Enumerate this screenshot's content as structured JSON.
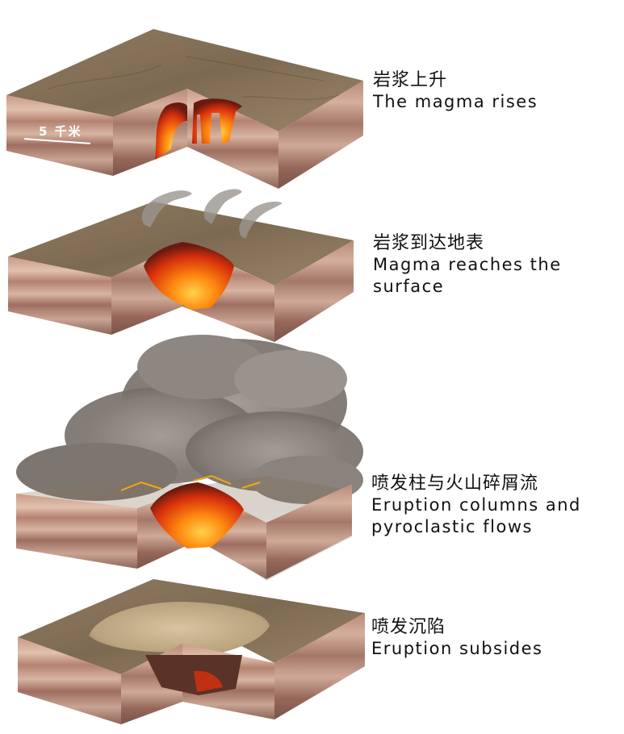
{
  "stages": [
    {
      "zh": "岩浆上升",
      "en": "The magma rises"
    },
    {
      "zh": "岩浆到达地表",
      "en": "Magma reaches the surface"
    },
    {
      "zh": "喷发柱与火山碎屑流",
      "en": "Eruption columns and pyroclastic flows"
    },
    {
      "zh": "喷发沉陷",
      "en": "Eruption subsides"
    }
  ],
  "scale_label": "5 千米",
  "colors": {
    "surface": "#8a7358",
    "strata_light": "#d9b6a4",
    "strata_mid": "#b98a78",
    "strata_dark": "#7e5a4e",
    "magma_core": "#ffb000",
    "magma_edge": "#c81e0a",
    "ash": "#8c847e"
  }
}
